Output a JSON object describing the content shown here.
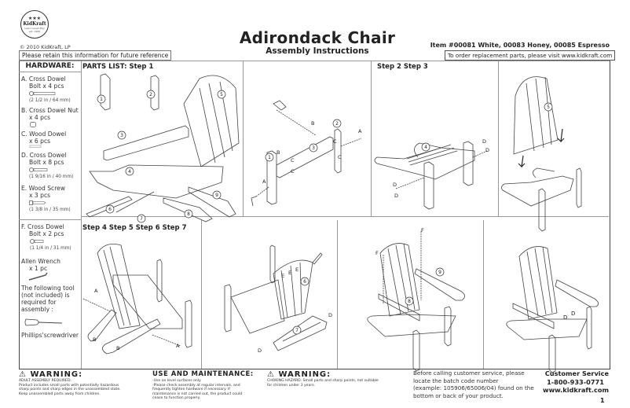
{
  "header": {
    "logo": {
      "brand": "KidKraft",
      "tagline": "Learn Laugh Play",
      "since": "est. 1968"
    },
    "copyright": "© 2010 KidKraft, LP",
    "retain_notice": "Please retain this information for future reference",
    "title": "Adirondack Chair",
    "subtitle": "Assembly Instructions",
    "item_numbers": "Item #00081 White, 00083 Honey, 00085 Espresso",
    "replacement_notice": "To order replacement parts, please visit www.kidkraft.com"
  },
  "hardware": {
    "heading": "HARDWARE:",
    "items": [
      {
        "name": "A. Cross Dowel",
        "qty": "Bolt x 4 pcs",
        "size": "(2 1/2 in / 64 mm)",
        "icon": "bolt-icon"
      },
      {
        "name": "B. Cross Dowel Nut",
        "qty": "x 4 pcs",
        "size": "",
        "icon": "nut-icon"
      },
      {
        "name": "C. Wood Dowel",
        "qty": "x 6 pcs",
        "size": "",
        "icon": "dowel-icon"
      },
      {
        "name": "D. Cross Dowel",
        "qty": "Bolt x 8 pcs",
        "size": "(1 9/16 in / 40 mm)",
        "icon": "bolt-icon"
      },
      {
        "name": "E. Wood Screw",
        "qty": "x 3 pcs",
        "size": "(1 3/8 in / 35 mm)",
        "icon": "screw-icon"
      },
      {
        "name": "F. Cross Dowel",
        "qty": "Bolt x 2 pcs",
        "size": "(1 1/4 in / 31 mm)",
        "icon": "bolt-icon"
      },
      {
        "name": "Allen Wrench",
        "qty": "x 1 pc",
        "size": "",
        "icon": "allen-wrench-icon"
      }
    ],
    "tool_note": "The following tool (not included) is required for assembly :",
    "tool_note_lines": [
      "The following tool",
      "(not included) is",
      "required for",
      "assembly :"
    ],
    "tool_name": "Phillips'screwdriver"
  },
  "panels": {
    "parts_list": {
      "label": "PARTS LIST: Step 1",
      "parts": [
        "1",
        "2",
        "3",
        "4",
        "5",
        "6",
        "7",
        "8",
        "9"
      ]
    },
    "step1_assembly": {
      "callouts": [
        "A",
        "B",
        "C",
        "C",
        "1",
        "2",
        "3",
        "B",
        "C",
        "C",
        "A"
      ]
    },
    "step2_step3": {
      "label": "Step 2 Step 3",
      "callouts": [
        "4",
        "D",
        "D",
        "D",
        "D"
      ]
    },
    "step3_back": {
      "callouts": [
        "5"
      ]
    },
    "step4_7": {
      "label": "Step 4 Step 5 Step 6 Step 7",
      "callouts": [
        "A",
        "B",
        "B",
        "A"
      ]
    },
    "step5_6": {
      "callouts": [
        "E",
        "E",
        "E",
        "6",
        "D",
        "7",
        "D"
      ]
    },
    "step7_arms": {
      "callouts": [
        "F",
        "F",
        "9",
        "8"
      ]
    },
    "final": {
      "callouts": [
        "D",
        "D"
      ]
    }
  },
  "footer": {
    "warning1": {
      "title": "WARNING:",
      "lines": [
        "ADULT ASSEMBLY REQUIRED.",
        "Product includes small parts with potentially hazardous",
        "sharp points and sharp edges in the unassembled state.",
        "Keep unassembled parts away from children."
      ]
    },
    "use_maintenance": {
      "title": "USE AND MAINTENANCE:",
      "lines": [
        "-Use on level surfaces only",
        "-Please check assembly at regular intervals, and",
        "frequently tighten hardware if necessary. If",
        "maintenance is not carried out, the product could",
        "cease to function properly."
      ]
    },
    "warning2": {
      "title": "WARNING:",
      "lines": [
        "CHOKING HAZARD. Small parts and sharp points, not suitable",
        "for children under 3 years."
      ]
    },
    "batch_note_lines": [
      "Before calling customer service, please",
      "locate the batch code number",
      "(example: 105906/65006/04) found on the",
      "bottom or back of your product."
    ],
    "customer_service": {
      "title": "Customer Service",
      "phone": "1-800-933-0771",
      "website": "www.kidkraft.com"
    },
    "page_number": "1"
  }
}
